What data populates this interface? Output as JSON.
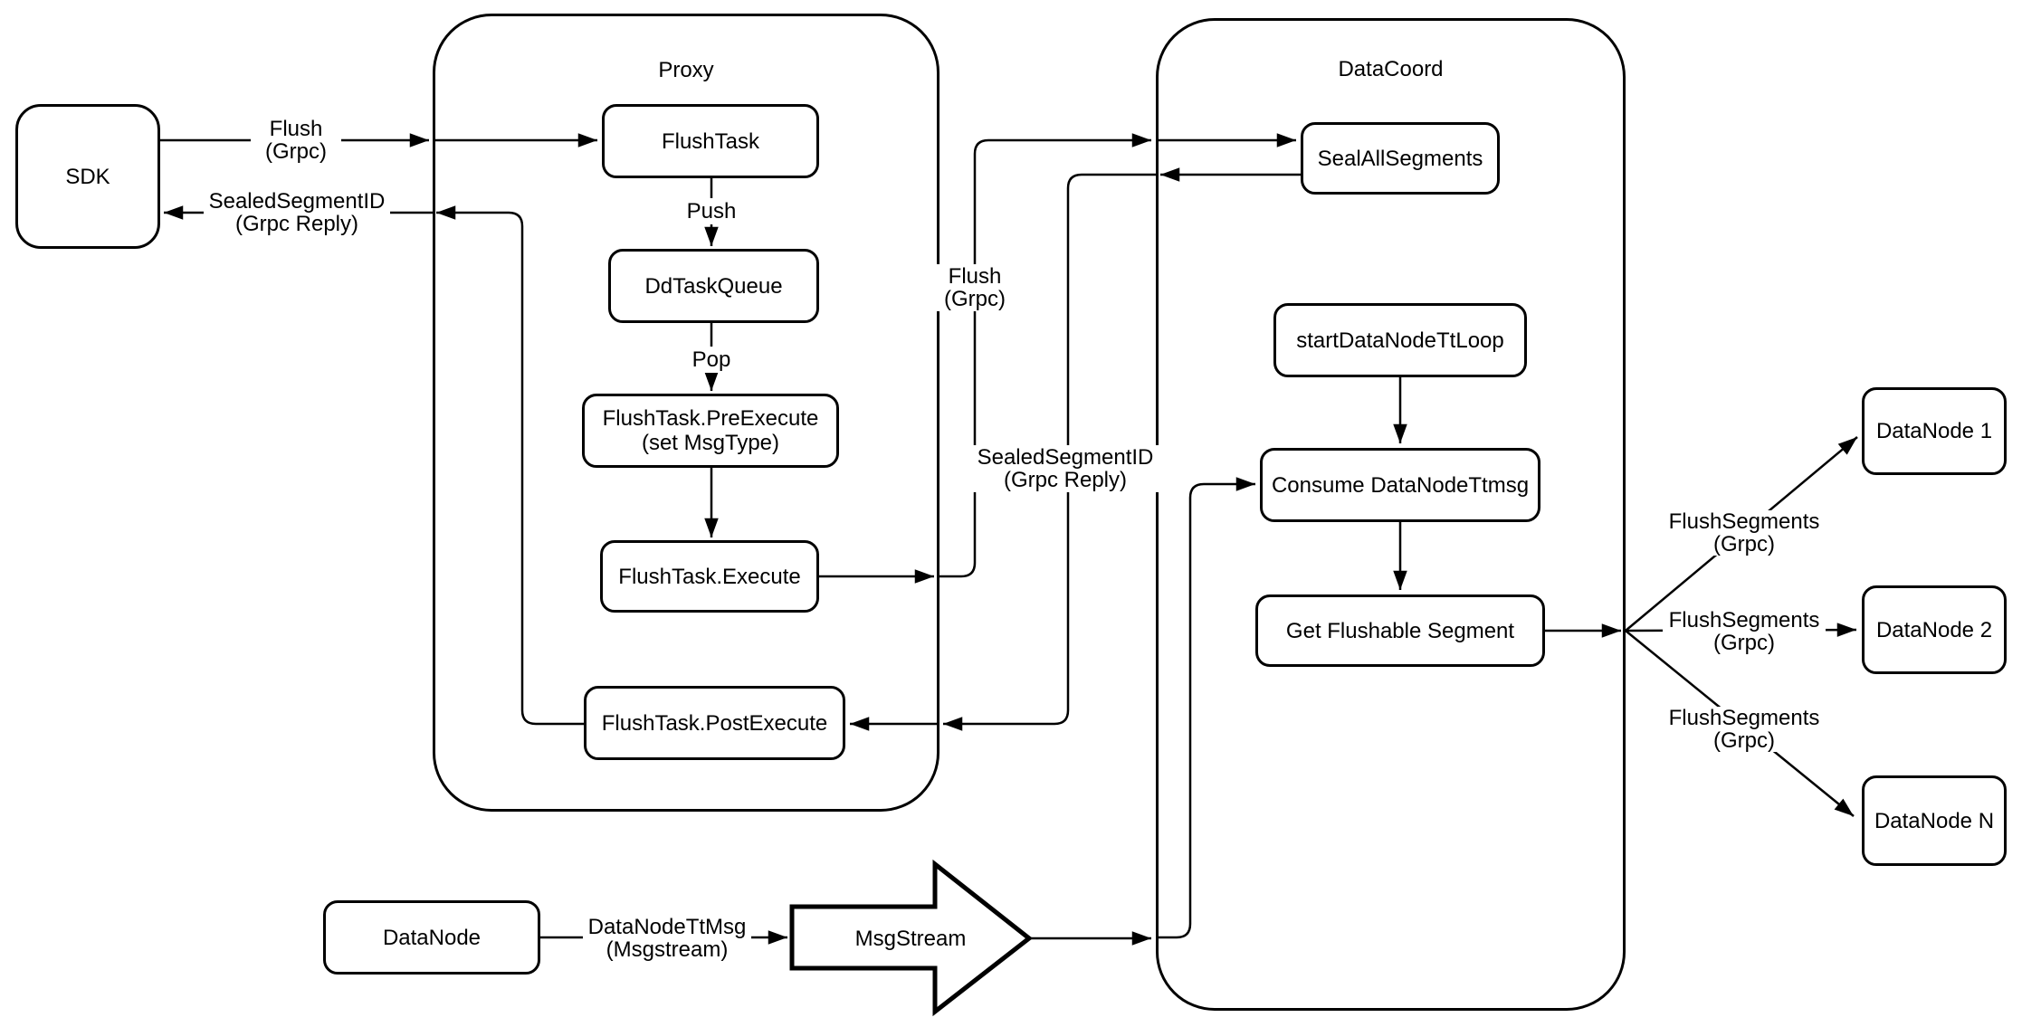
{
  "diagram": {
    "containers": {
      "proxy": {
        "title": "Proxy"
      },
      "datacoord": {
        "title": "DataCoord"
      }
    },
    "nodes": {
      "sdk": "SDK",
      "flush_task": "FlushTask",
      "dd_task_queue": "DdTaskQueue",
      "pre_execute_line1": "FlushTask.PreExecute",
      "pre_execute_line2": "(set MsgType)",
      "execute": "FlushTask.Execute",
      "post_execute": "FlushTask.PostExecute",
      "seal_all_segments": "SealAllSegments",
      "start_data_node_tt_loop": "startDataNodeTtLoop",
      "consume_data_node_ttmsg": "Consume DataNodeTtmsg",
      "get_flushable_segment": "Get Flushable Segment",
      "data_node_1": "DataNode 1",
      "data_node_2": "DataNode 2",
      "data_node_n": "DataNode N",
      "data_node": "DataNode",
      "msg_stream": "MsgStream"
    },
    "edge_labels": {
      "flush_sdk": {
        "line1": "Flush",
        "line2": "(Grpc)"
      },
      "sealed_sdk": {
        "line1": "SealedSegmentID",
        "line2": "(Grpc Reply)"
      },
      "push": "Push",
      "pop": "Pop",
      "flush_mid": {
        "line1": "Flush",
        "line2": "(Grpc)"
      },
      "sealed_mid": {
        "line1": "SealedSegmentID",
        "line2": "(Grpc Reply)"
      },
      "flush_segments_1": {
        "line1": "FlushSegments",
        "line2": "(Grpc)"
      },
      "flush_segments_2": {
        "line1": "FlushSegments",
        "line2": "(Grpc)"
      },
      "flush_segments_3": {
        "line1": "FlushSegments",
        "line2": "(Grpc)"
      },
      "data_node_tt_msg": {
        "line1": "DataNodeTtMsg",
        "line2": "(Msgstream)"
      }
    },
    "colors": {
      "stroke": "#000000",
      "background": "#ffffff"
    }
  }
}
